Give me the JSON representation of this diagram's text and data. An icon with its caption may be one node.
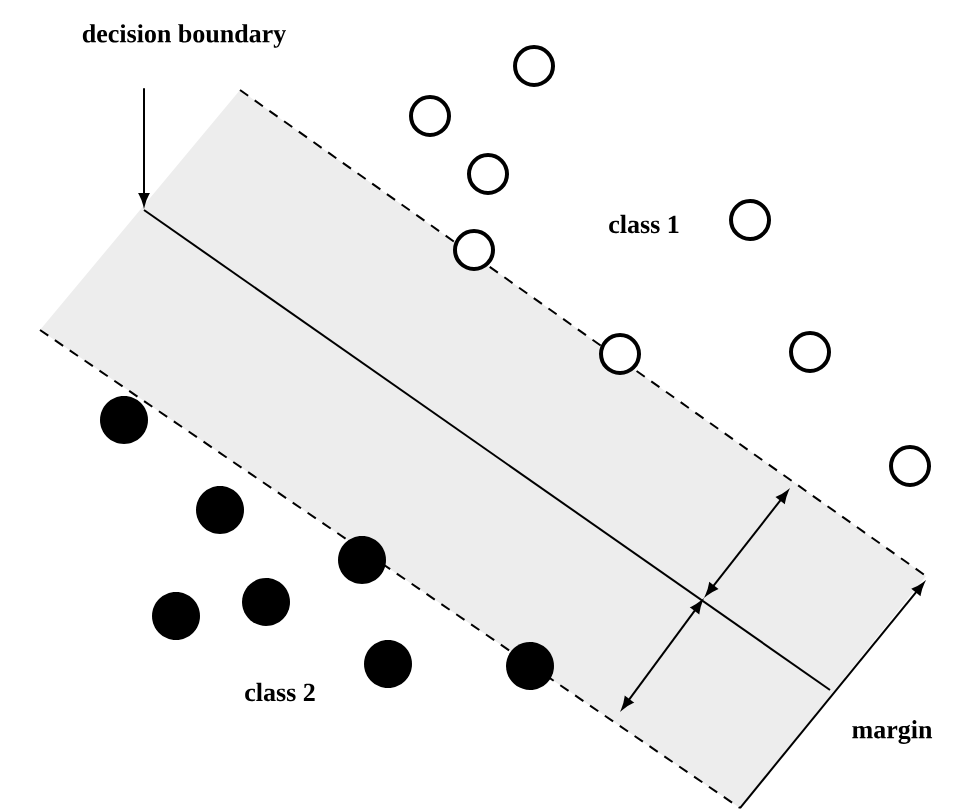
{
  "diagram": {
    "nodes": [
      {
        "text": [
          "decision boundary"
        ]
      },
      {
        "text": [],
        "shape": "line"
      }
    ],
    "edges": [
      {
        "from": 0,
        "to": 1,
        "arrow": "to"
      }
    ],
    "labels": [
      "class 1",
      "class 2",
      "margin"
    ]
  }
}
